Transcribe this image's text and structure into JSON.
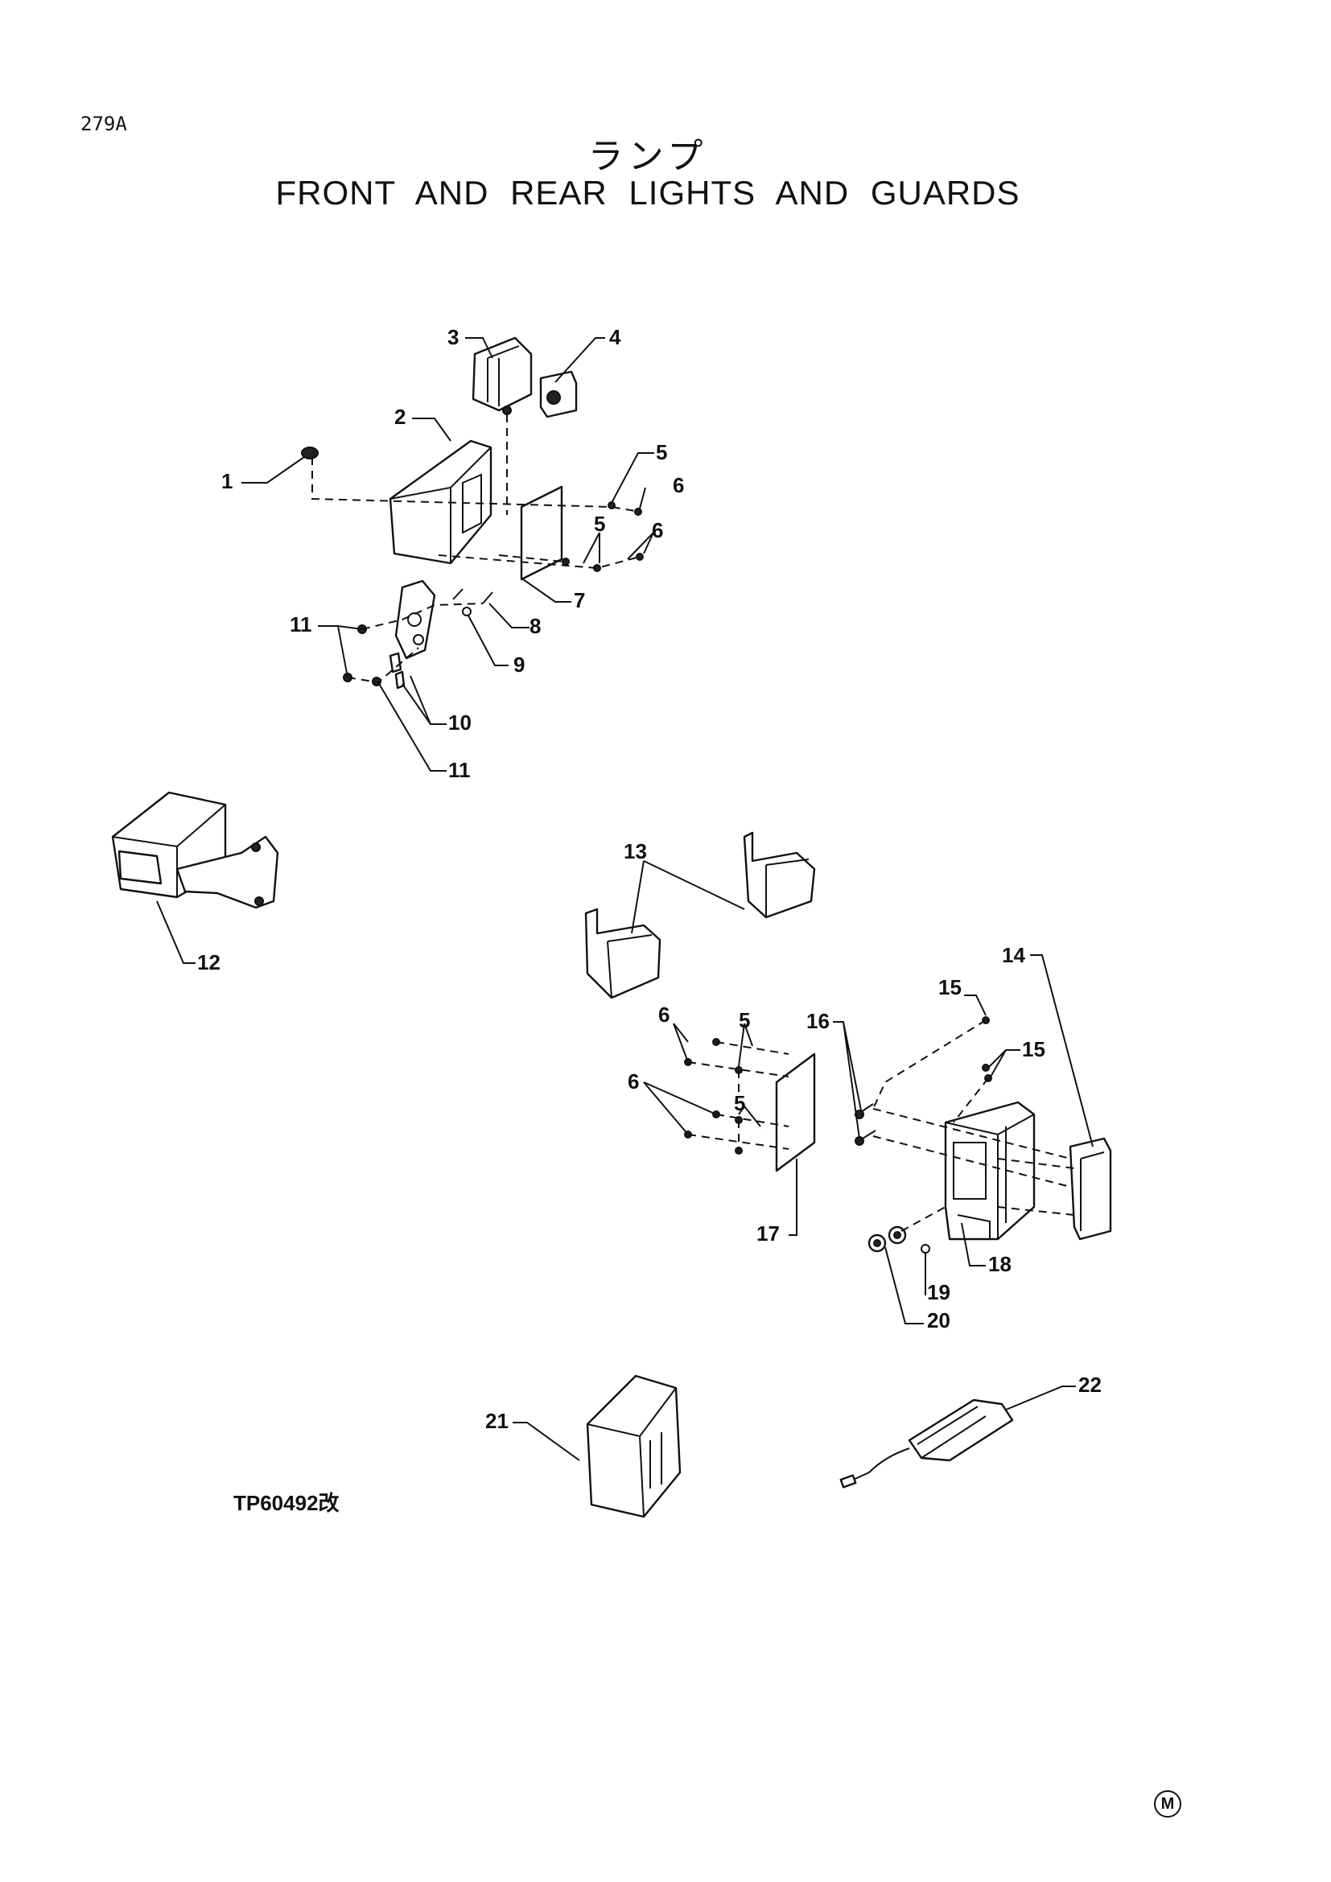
{
  "page_code": "279A",
  "title_jp": "ランプ",
  "title_en": "FRONT AND REAR LIGHTS AND GUARDS",
  "drawing_id": "TP60492改",
  "corner_mark": "M",
  "callouts": [
    {
      "key": "c1",
      "text": "1"
    },
    {
      "key": "c2",
      "text": "2"
    },
    {
      "key": "c3",
      "text": "3"
    },
    {
      "key": "c4",
      "text": "4"
    },
    {
      "key": "c5a",
      "text": "5"
    },
    {
      "key": "c6a",
      "text": "6"
    },
    {
      "key": "c5b",
      "text": "5"
    },
    {
      "key": "c6b",
      "text": "6"
    },
    {
      "key": "c7",
      "text": "7"
    },
    {
      "key": "c8",
      "text": "8"
    },
    {
      "key": "c9",
      "text": "9"
    },
    {
      "key": "c10",
      "text": "10"
    },
    {
      "key": "c11a",
      "text": "11"
    },
    {
      "key": "c11b",
      "text": "11"
    },
    {
      "key": "c12",
      "text": "12"
    },
    {
      "key": "c13",
      "text": "13"
    },
    {
      "key": "c14",
      "text": "14"
    },
    {
      "key": "c15a",
      "text": "15"
    },
    {
      "key": "c15b",
      "text": "15"
    },
    {
      "key": "c16",
      "text": "16"
    },
    {
      "key": "c6c",
      "text": "6"
    },
    {
      "key": "c5c",
      "text": "5"
    },
    {
      "key": "c6d",
      "text": "6"
    },
    {
      "key": "c5d",
      "text": "5"
    },
    {
      "key": "c17",
      "text": "17"
    },
    {
      "key": "c18",
      "text": "18"
    },
    {
      "key": "c19",
      "text": "19"
    },
    {
      "key": "c20",
      "text": "20"
    },
    {
      "key": "c21",
      "text": "21"
    },
    {
      "key": "c22",
      "text": "22"
    }
  ]
}
